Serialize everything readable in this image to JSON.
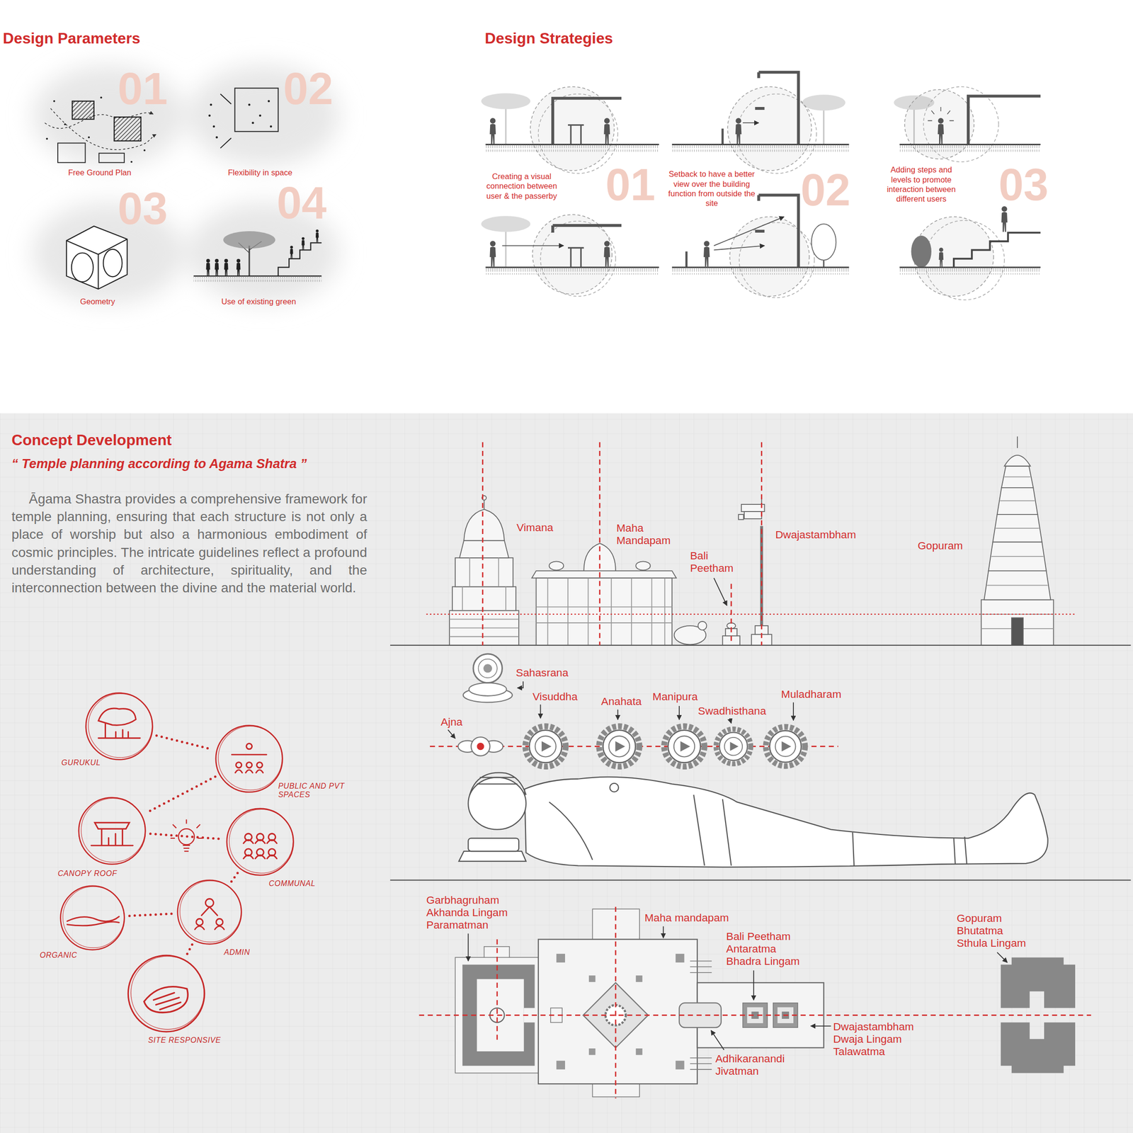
{
  "diagram": {
    "nodes": [
      {
        "text": [
          "GURUKUL"
        ]
      },
      {
        "text": [
          "PUBLIC AND PVT SPACES"
        ]
      },
      {
        "text": [
          "CANOPY ROOF"
        ]
      },
      {
        "text": [
          "COMMUNAL"
        ]
      },
      {
        "text": [
          "ORGANIC"
        ]
      },
      {
        "text": [
          "ADMIN"
        ]
      },
      {
        "text": [
          "SITE RESPONSIVE"
        ]
      }
    ],
    "edges": [
      {
        "from": 0,
        "to": 1,
        "arrow": "none"
      },
      {
        "from": 1,
        "to": 2,
        "arrow": "none"
      },
      {
        "from": 2,
        "to": 3,
        "arrow": "none"
      },
      {
        "from": 3,
        "to": 5,
        "arrow": "none"
      },
      {
        "from": 4,
        "to": 5,
        "arrow": "none"
      },
      {
        "from": 5,
        "to": 6,
        "arrow": "none"
      }
    ],
    "labels": [
      "Design Parameters",
      "01",
      "02",
      "03",
      "04",
      "Free Ground Plan",
      "Flexibility in space",
      "Geometry",
      "Use of existing green",
      "Design Strategies",
      "Creating a visual connection between user & the passerby",
      "01",
      "Setback to have a better view over the building function from outside the site",
      "02",
      "Adding steps and levels to promote interaction between different users",
      "03",
      "Concept Development",
      "“ Temple planning according to Agama Shatra ”",
      "Āgama Shastra provides a comprehensive framework for temple planning, ensuring that each structure is not only a place of worship but also a harmonious embodiment of cosmic principles. The intricate guidelines reflect a profound understanding of architecture, spirituality, and the interconnection between the divine and the material world.",
      "Vimana",
      "Maha Mandapam",
      "Bali Peetham",
      "Dwajastambham",
      "Gopuram",
      "Sahasrana",
      "Ajna",
      "Visuddha",
      "Anahata",
      "Manipura",
      "Swadhisthana",
      "Muladharam",
      "Garbhagruham Akhanda Lingam Paramatman",
      "Maha mandapam",
      "Bali Peetham Antaratma Bhadra Lingam",
      "Gopuram Bhutatma Sthula Lingam",
      "Dwajastambham Dwaja Lingam Talawatma",
      "Adhikaranandi Jivatman"
    ]
  }
}
